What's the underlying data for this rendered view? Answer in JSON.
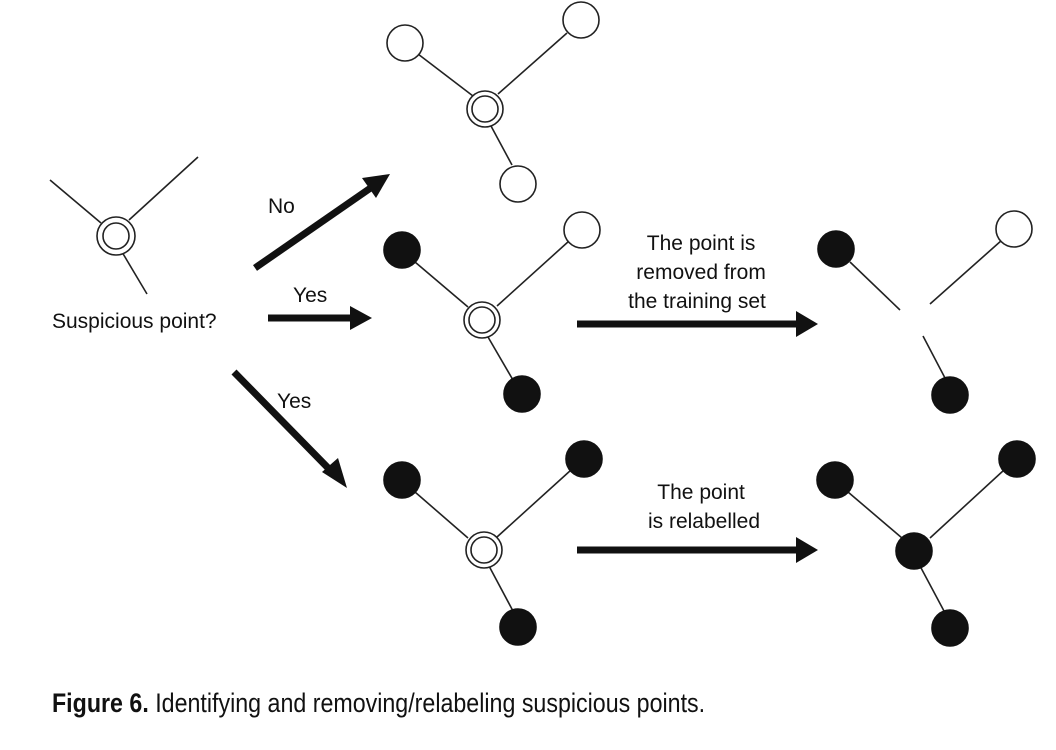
{
  "labels": {
    "question": "Suspicious point?",
    "branch_no": "No",
    "branch_yes_remove": "Yes",
    "branch_yes_relabel": "Yes",
    "remove_action": [
      "The point is",
      "removed from",
      "the training set"
    ],
    "relabel_action": [
      "The point",
      "is relabelled"
    ]
  },
  "caption": {
    "label": "Figure 6.",
    "text": " Identifying and removing/relabeling suspicious points."
  },
  "colors": {
    "ink": "#111111",
    "background": "#ffffff"
  }
}
